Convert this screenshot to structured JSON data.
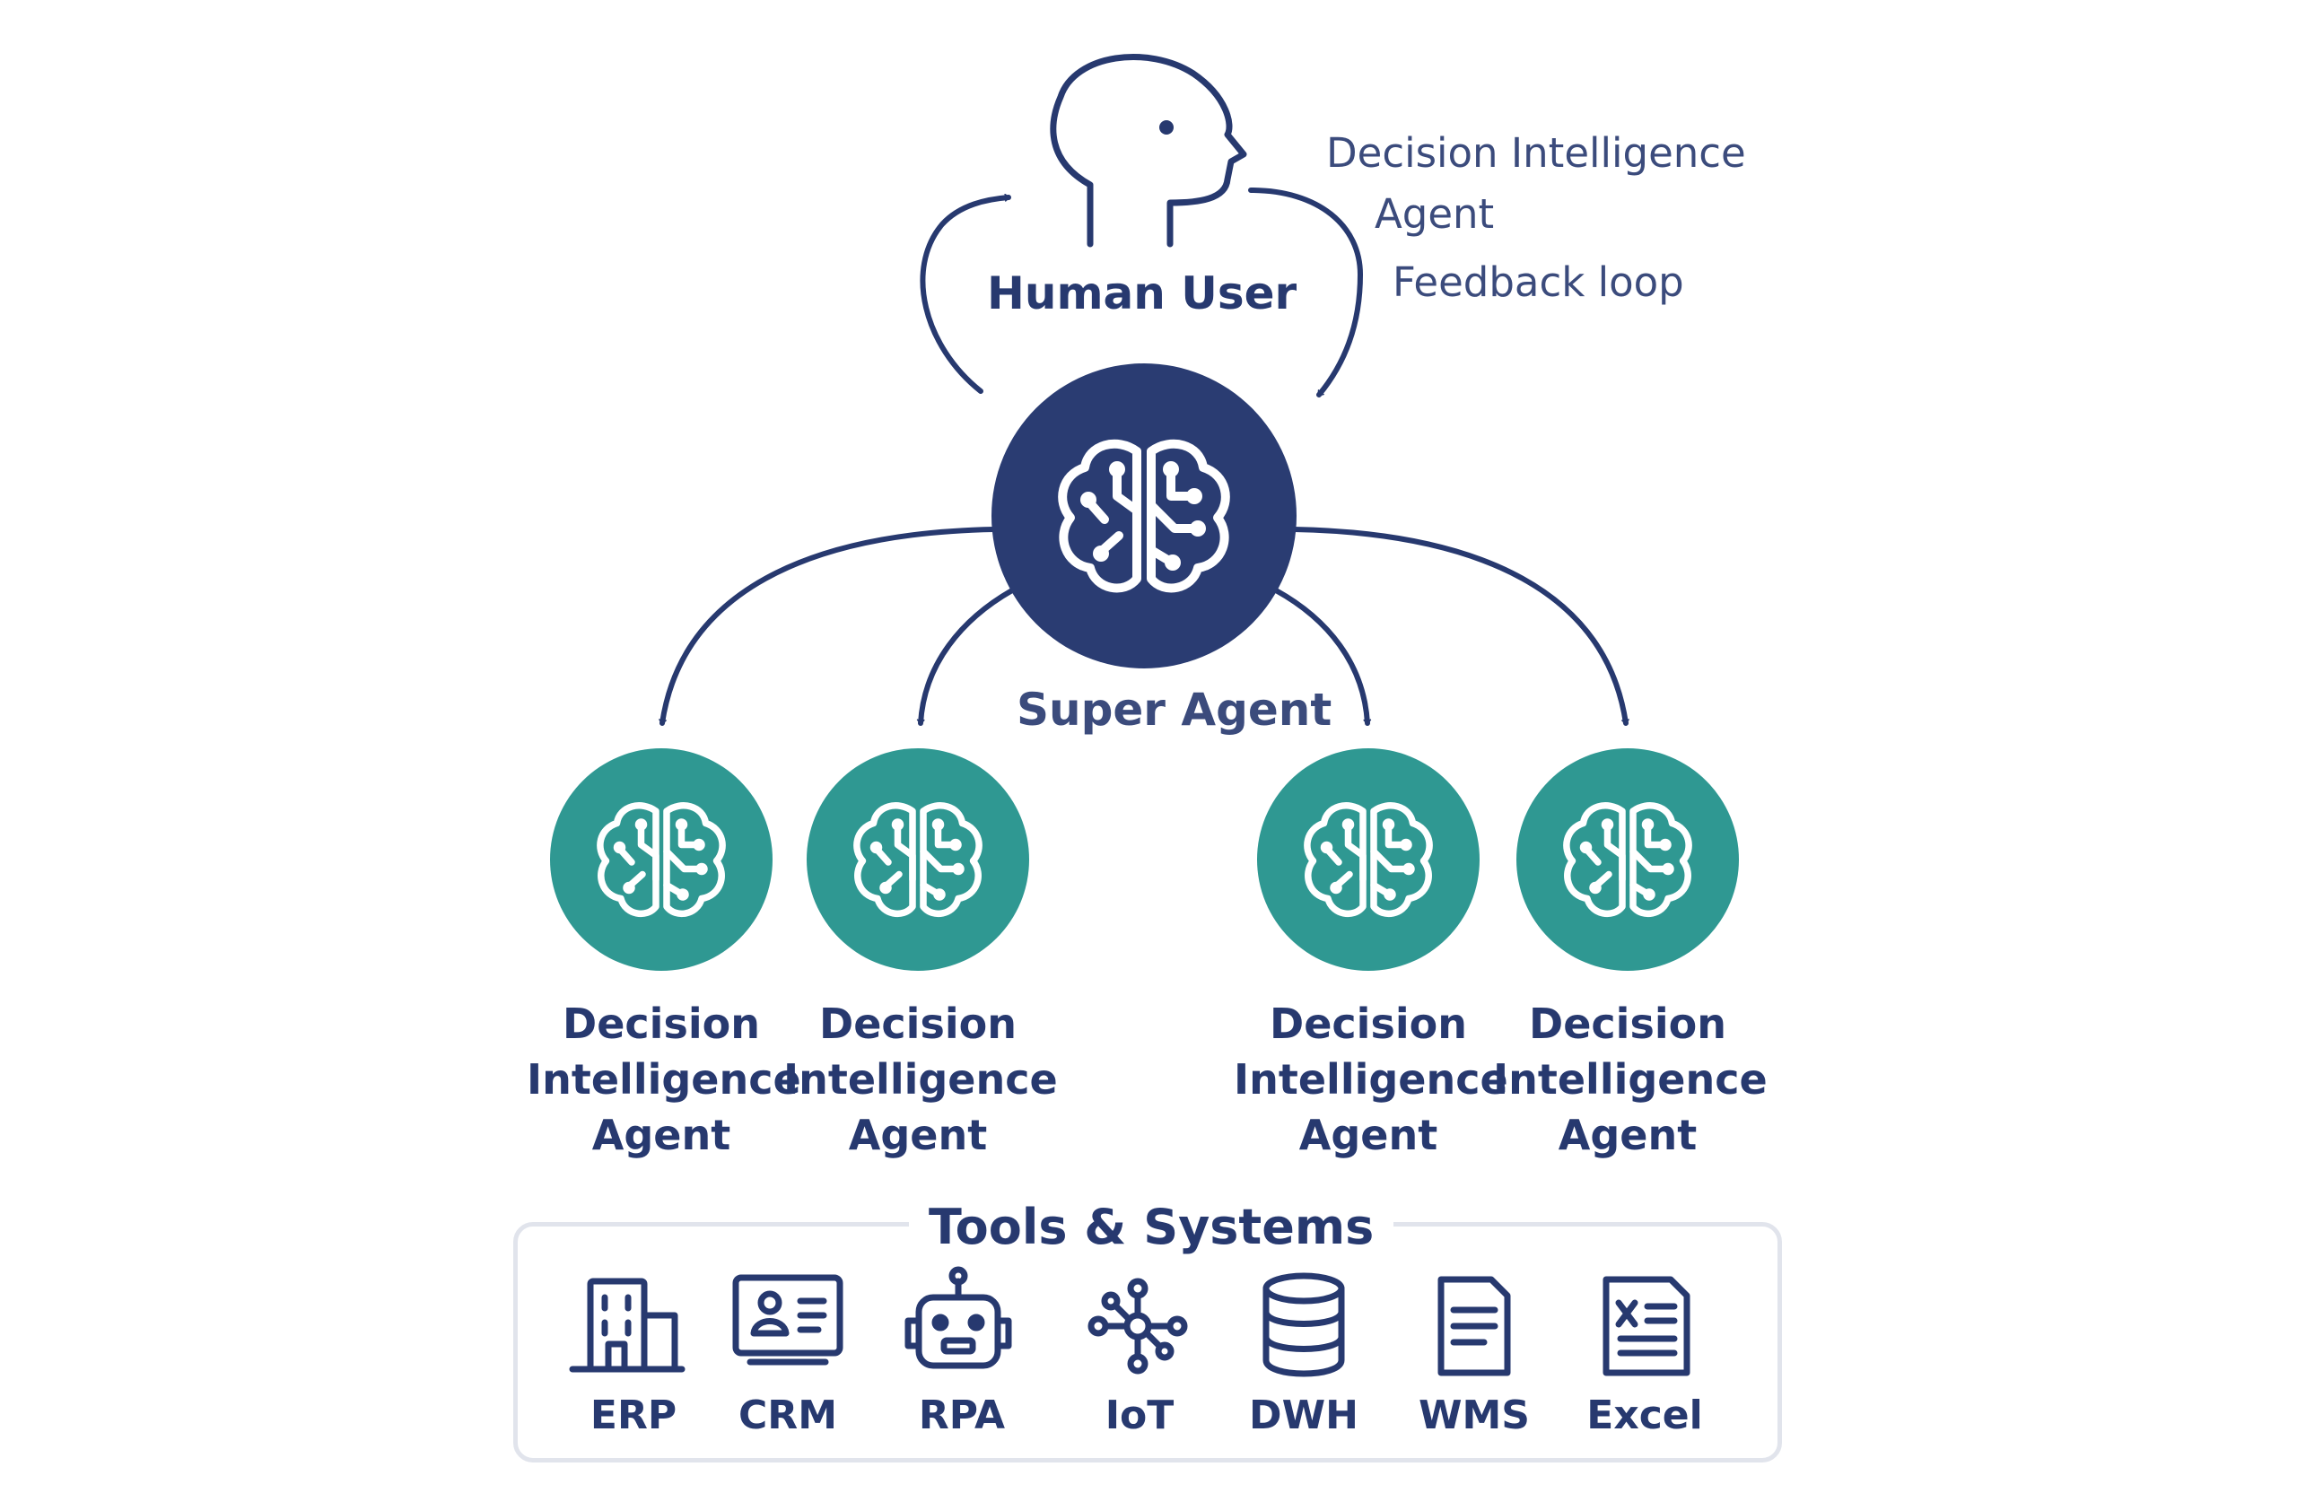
{
  "human": {
    "label": "Human User",
    "icon": "human-head-icon"
  },
  "feedback": {
    "line1": "Decision Intelligence",
    "line2": "Agent",
    "line3": "Feedback loop"
  },
  "super_agent": {
    "label": "Super Agent",
    "icon": "brain-circuit-icon",
    "color": "#2a3c72"
  },
  "agents": [
    {
      "line1": "Decision",
      "line2": "Intelligence",
      "line3": "Agent"
    },
    {
      "line1": "Decision",
      "line2": "Intelligence",
      "line3": "Agent"
    },
    {
      "line1": "Decision",
      "line2": "Intelligence",
      "line3": "Agent"
    },
    {
      "line1": "Decision",
      "line2": "Intelligence",
      "line3": "Agent"
    }
  ],
  "agent_color": "#2f9892",
  "tools": {
    "title": "Tools & Systems",
    "items": [
      {
        "label": "ERP",
        "icon": "building-icon"
      },
      {
        "label": "CRM",
        "icon": "contact-card-icon"
      },
      {
        "label": "RPA",
        "icon": "robot-icon"
      },
      {
        "label": "IoT",
        "icon": "network-hub-icon"
      },
      {
        "label": "DWH",
        "icon": "database-icon"
      },
      {
        "label": "WMS",
        "icon": "document-icon"
      },
      {
        "label": "Excel",
        "icon": "excel-sheet-icon"
      }
    ]
  }
}
